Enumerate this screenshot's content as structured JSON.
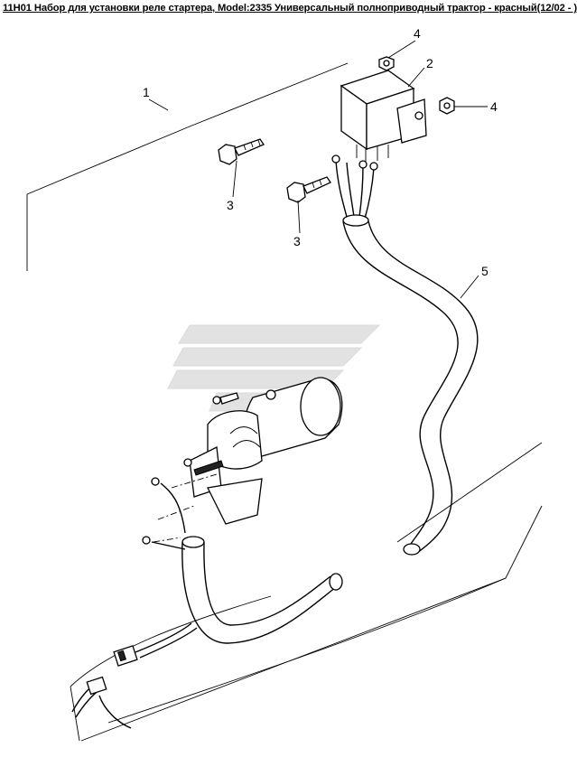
{
  "title": "11H01 Набор для установки реле стартера, Model:2335 Универсальный полноприводный трактор - красный(12/02 - )",
  "callouts": {
    "c1": "1",
    "c2": "2",
    "c3a": "3",
    "c3b": "3",
    "c4a": "4",
    "c4b": "4",
    "c5": "5"
  }
}
